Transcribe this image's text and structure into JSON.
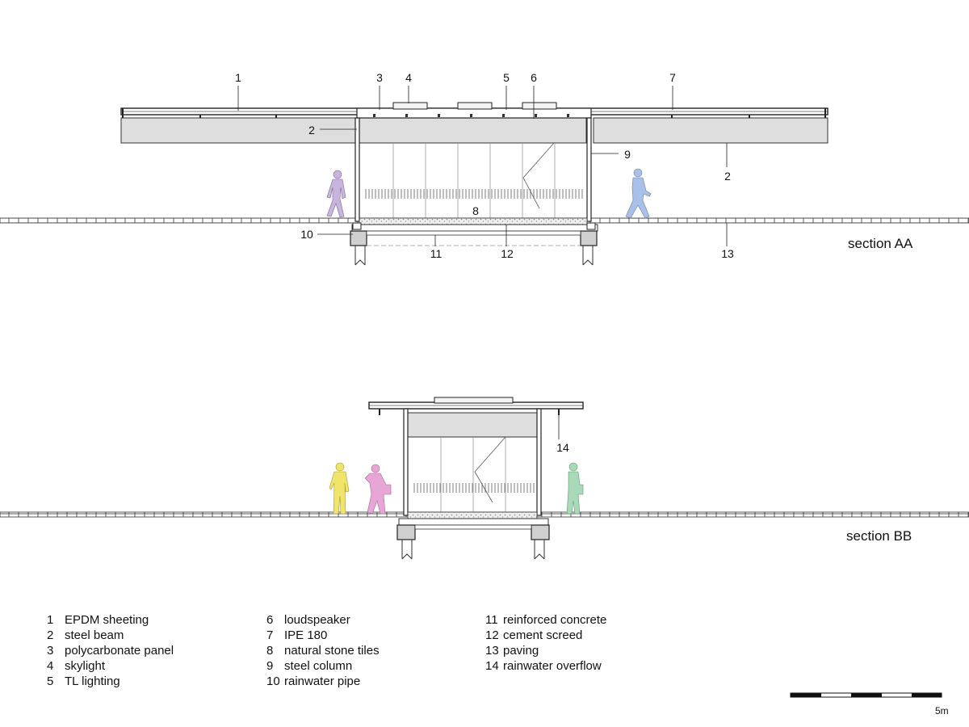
{
  "section_aa": {
    "title": "section AA",
    "callouts": {
      "c1": "1",
      "c2a": "2",
      "c2b": "2",
      "c3": "3",
      "c4": "4",
      "c5": "5",
      "c6": "6",
      "c7": "7",
      "c8": "8",
      "c9": "9",
      "c10": "10",
      "c11": "11",
      "c12": "12",
      "c13": "13"
    },
    "figures": {
      "left_color": "#c9b3df",
      "right_color": "#a9c0e8"
    }
  },
  "section_bb": {
    "title": "section BB",
    "callouts": {
      "c14": "14"
    },
    "figures": {
      "yellow": "#f1e46a",
      "pink": "#e8a6d6",
      "green": "#a9d9b8"
    }
  },
  "colors": {
    "beam_fill": "#dedede",
    "line": "#222222",
    "concrete": "#d0d0d0"
  },
  "legend": [
    {
      "number": "1",
      "label": "EPDM sheeting"
    },
    {
      "number": "2",
      "label": "steel beam"
    },
    {
      "number": "3",
      "label": "polycarbonate panel"
    },
    {
      "number": "4",
      "label": "skylight"
    },
    {
      "number": "5",
      "label": "TL lighting"
    },
    {
      "number": "6",
      "label": "loudspeaker"
    },
    {
      "number": "7",
      "label": "IPE 180"
    },
    {
      "number": "8",
      "label": "natural stone tiles"
    },
    {
      "number": "9",
      "label": "steel column"
    },
    {
      "number": "10",
      "label": "rainwater pipe"
    },
    {
      "number": "11",
      "label": "reinforced concrete"
    },
    {
      "number": "12",
      "label": "cement screed"
    },
    {
      "number": "13",
      "label": "paving"
    },
    {
      "number": "14",
      "label": "rainwater overflow"
    }
  ],
  "scale_bar": {
    "label": "5m"
  }
}
